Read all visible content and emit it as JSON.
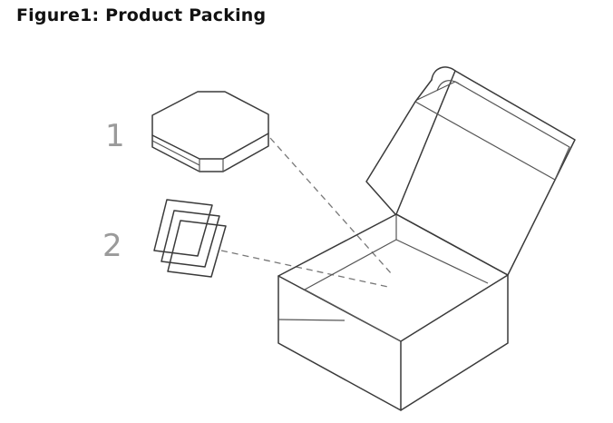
{
  "figure": {
    "title": "Figure1: Product Packing",
    "callouts": [
      {
        "label": "1",
        "item": "octagonal-puck"
      },
      {
        "label": "2",
        "item": "stacked-cards"
      }
    ]
  },
  "colors": {
    "line": "#3a3a3a",
    "label": "#9a9a9a",
    "leader": "#777777"
  }
}
